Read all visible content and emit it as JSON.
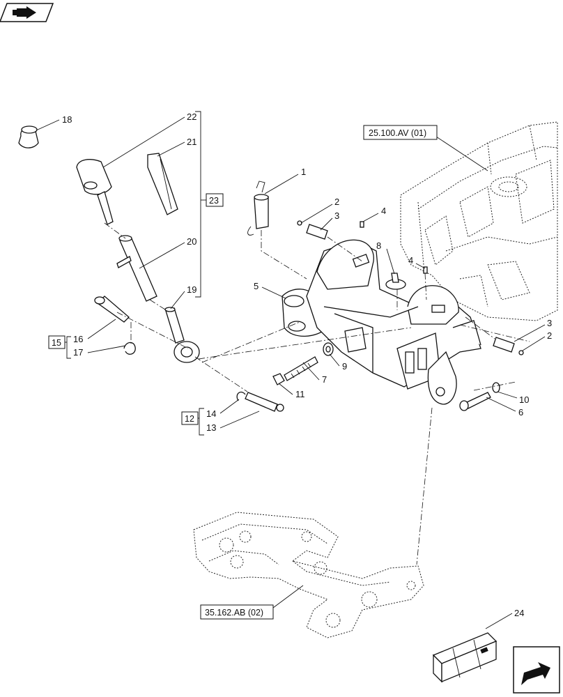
{
  "refs": {
    "top_frame": "25.100.AV (01)",
    "bottom_axle": "35.162.AB (02)"
  },
  "groups": {
    "g23": "23",
    "g15": "15",
    "g12": "12"
  },
  "callouts": {
    "c1": "1",
    "c2a": "2",
    "c3a": "3",
    "c4a": "4",
    "c8": "8",
    "c4b": "4",
    "c5": "5",
    "c3b": "3",
    "c2b": "2",
    "c7": "7",
    "c9": "9",
    "c11": "11",
    "c10": "10",
    "c6": "6",
    "c14": "14",
    "c13": "13",
    "c16": "16",
    "c17": "17",
    "c18": "18",
    "c22": "22",
    "c21": "21",
    "c20": "20",
    "c19": "19",
    "c24": "24"
  },
  "icons": {
    "header": "book-arrow-icon",
    "nav": "next-arrow-icon"
  }
}
